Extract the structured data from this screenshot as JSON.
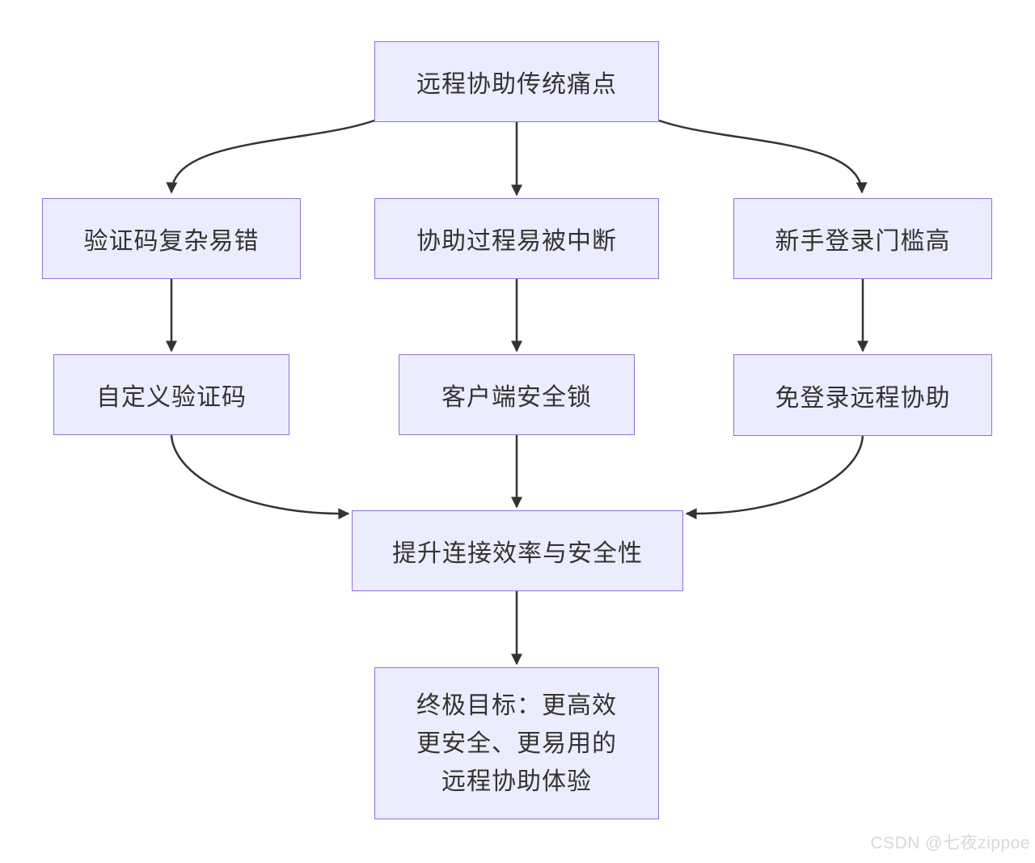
{
  "diagram": {
    "type": "flowchart",
    "direction": "top-down",
    "colors": {
      "background": "#FFFFFF",
      "node_fill": "#ECECFF",
      "node_border": "#9370DB",
      "edge": "#333333",
      "text": "#333333",
      "watermark": "#D8D8D8"
    },
    "nodes": {
      "pain_points": {
        "label": "远程协助传统痛点"
      },
      "captcha_complex": {
        "label": "验证码复杂易错"
      },
      "process_interrupted": {
        "label": "协助过程易被中断"
      },
      "novice_threshold": {
        "label": "新手登录门槛高"
      },
      "custom_captcha": {
        "label": "自定义验证码"
      },
      "client_lock": {
        "label": "客户端安全锁"
      },
      "no_login_assist": {
        "label": "免登录远程协助"
      },
      "improve_efficiency": {
        "label": "提升连接效率与安全性"
      },
      "ultimate_goal": {
        "label": "终极目标：更高效\n更安全、更易用的\n远程协助体验"
      }
    },
    "edges": [
      {
        "from": "pain_points",
        "to": "captcha_complex"
      },
      {
        "from": "pain_points",
        "to": "process_interrupted"
      },
      {
        "from": "pain_points",
        "to": "novice_threshold"
      },
      {
        "from": "captcha_complex",
        "to": "custom_captcha"
      },
      {
        "from": "process_interrupted",
        "to": "client_lock"
      },
      {
        "from": "novice_threshold",
        "to": "no_login_assist"
      },
      {
        "from": "custom_captcha",
        "to": "improve_efficiency"
      },
      {
        "from": "client_lock",
        "to": "improve_efficiency"
      },
      {
        "from": "no_login_assist",
        "to": "improve_efficiency"
      },
      {
        "from": "improve_efficiency",
        "to": "ultimate_goal"
      }
    ],
    "watermark": "CSDN @七夜zippoe"
  }
}
